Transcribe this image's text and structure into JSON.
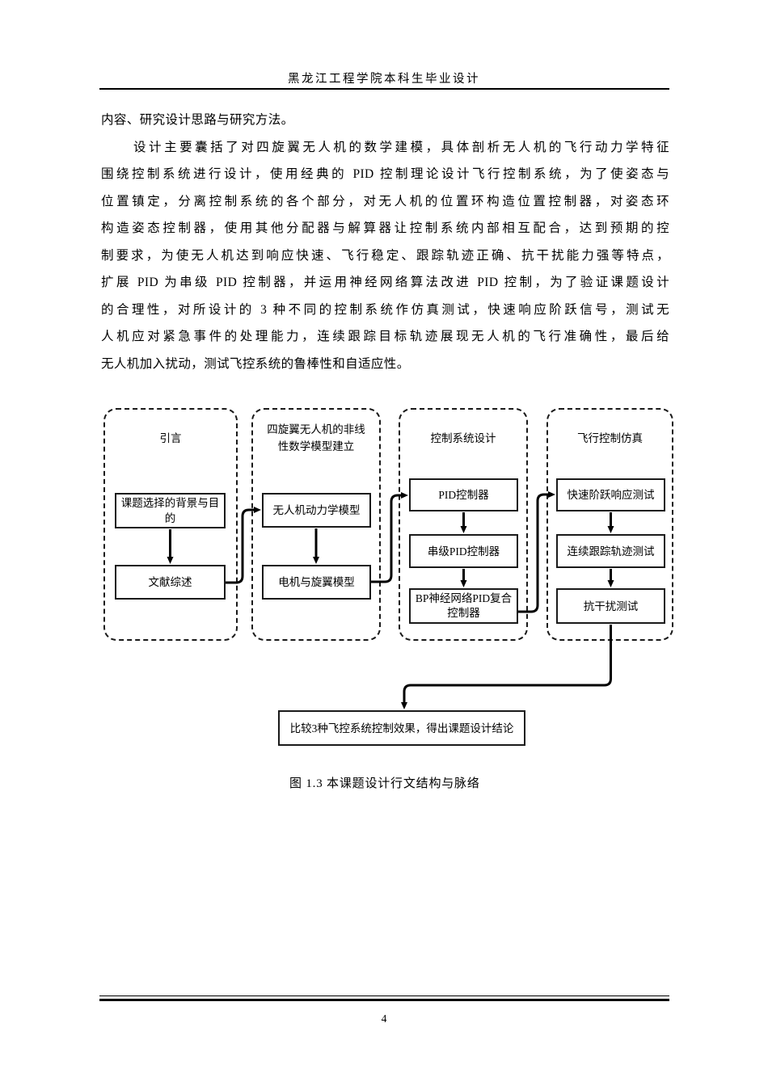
{
  "header": {
    "title": "黑龙江工程学院本科生毕业设计"
  },
  "body": {
    "tail_line": "内容、研究设计思路与研究方法。",
    "paragraph_lines": [
      "设计主要囊括了对四旋翼无人机的数学建模，具体剖析无人机的飞行动力学特征",
      "围绕控制系统进行设计，使用经典的 PID 控制理论设计飞行控制系统，为了使姿态与",
      "位置镇定，分离控制系统的各个部分，对无人机的位置环构造位置控制器，对姿态环",
      "构造姿态控制器，使用其他分配器与解算器让控制系统内部相互配合，达到预期的控",
      "制要求，为使无人机达到响应快速、飞行稳定、跟踪轨迹正确、抗干扰能力强等特点，",
      "扩展 PID 为串级 PID 控制器，并运用神经网络算法改进 PID 控制，为了验证课题设计",
      "的合理性，对所设计的 3 种不同的控制系统作仿真测试，快速响应阶跃信号，测试无",
      "人机应对紧急事件的处理能力，连续跟踪目标轨迹展现无人机的飞行准确性，最后给",
      "无人机加入扰动，测试飞控系统的鲁棒性和自适应性。"
    ]
  },
  "flowchart": {
    "columns": [
      {
        "title": "引言",
        "boxes": [
          "课题选择的背景与目的",
          "文献综述"
        ]
      },
      {
        "title": "四旋翼无人机的非线性数学模型建立",
        "boxes": [
          "无人机动力学模型",
          "电机与旋翼模型"
        ]
      },
      {
        "title": "控制系统设计",
        "boxes": [
          "PID控制器",
          "串级PID控制器",
          "BP神经网络PID复合控制器"
        ]
      },
      {
        "title": "飞行控制仿真",
        "boxes": [
          "快速阶跃响应测试",
          "连续跟踪轨迹测试",
          "抗干扰测试"
        ]
      }
    ],
    "final_box": "比较3种飞控系统控制效果，得出课题设计结论"
  },
  "caption": "图 1.3 本课题设计行文结构与脉络",
  "footer": {
    "page_number": "4"
  },
  "colors": {
    "ink": "#000000",
    "background": "#ffffff"
  }
}
